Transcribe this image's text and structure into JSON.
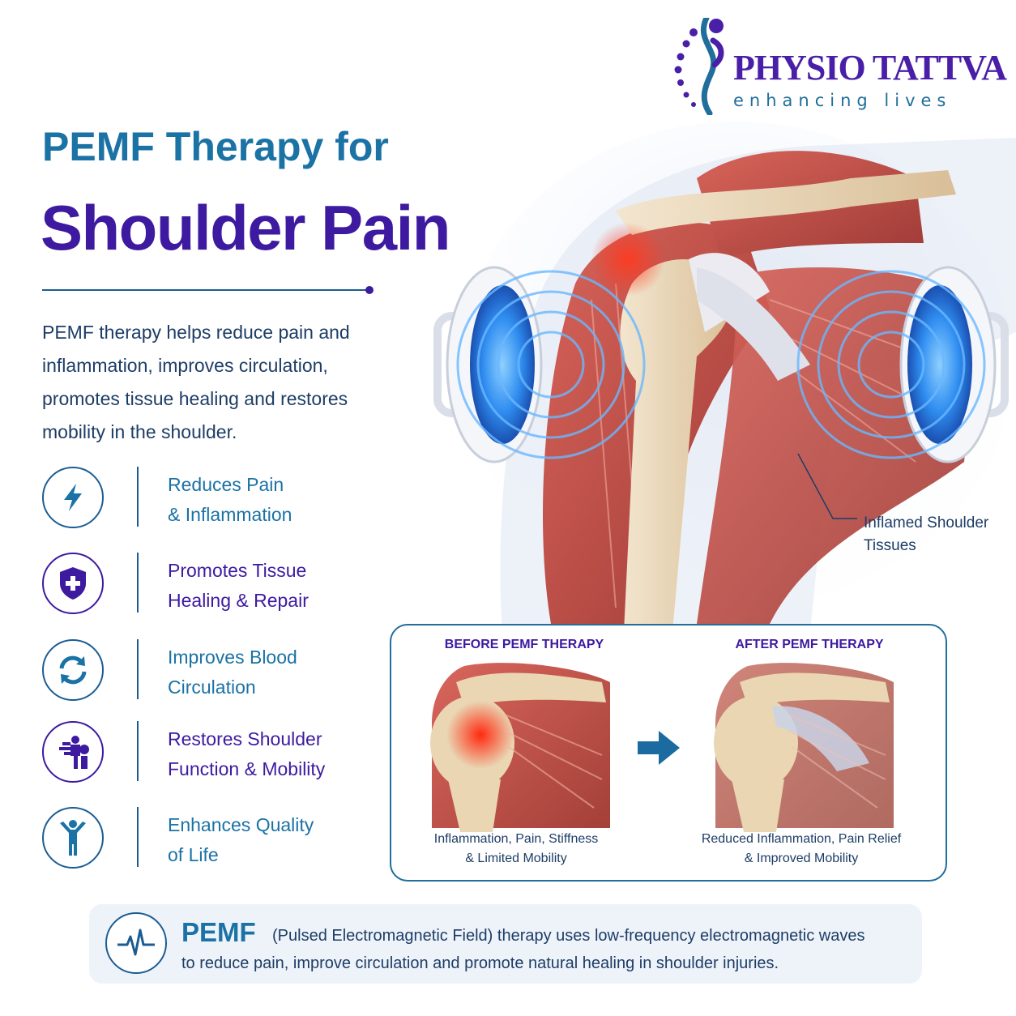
{
  "brand": {
    "name": "PHYSIO TATTVA",
    "tagline": "enhancing lives"
  },
  "header": {
    "title_line1": "PEMF Therapy for",
    "title_line2": "Shoulder Pain"
  },
  "intro": "PEMF therapy helps reduce pain and inflammation, improves circulation, promotes tissue healing and restores mobility in the shoulder.",
  "benefits": [
    {
      "line1": "Reduces Pain",
      "line2": "& Inflammation",
      "icon": "lightning-icon",
      "color": "#1b72a5"
    },
    {
      "line1": "Promotes Tissue",
      "line2": "Healing & Repair",
      "icon": "shield-plus-icon",
      "color": "#3d1aa0"
    },
    {
      "line1": "Improves Blood",
      "line2": "Circulation",
      "icon": "circular-arrows-icon",
      "color": "#1b72a5"
    },
    {
      "line1": "Restores Shoulder",
      "line2": "Function & Mobility",
      "icon": "shoulder-exercise-icon",
      "color": "#3d1aa0"
    },
    {
      "line1": "Enhances Quality",
      "line2": "of Life",
      "icon": "person-raised-arms-icon",
      "color": "#1b72a5"
    }
  ],
  "hero": {
    "label_line1": "Inflamed Shoulder",
    "label_line2": "Tissues"
  },
  "comparison": {
    "before": {
      "heading": "BEFORE PEMF THERAPY",
      "caption_line1": "Inflammation, Pain, Stiffness",
      "caption_line2": "& Limited Mobility"
    },
    "after": {
      "heading": "AFTER PEMF THERAPY",
      "caption_line1": "Reduced Inflammation, Pain Relief",
      "caption_line2": "& Improved Mobility"
    }
  },
  "footer": {
    "strong": "PEMF",
    "line1": "(Pulsed Electromagnetic Field) therapy uses low-frequency electromagnetic waves",
    "line2": "to reduce pain, improve circulation and promote natural healing in shoulder injuries.",
    "icon": "waveform-icon"
  },
  "colors": {
    "blue": "#1b72a5",
    "purple": "#3d1aa0",
    "navy": "#1d3d66",
    "muscle": "#c8524a",
    "bone": "#e9d6b6",
    "glow": "#3fa0ff"
  }
}
